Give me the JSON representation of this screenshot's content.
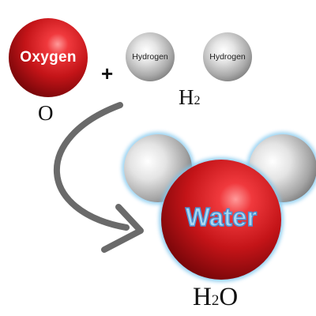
{
  "diagram": {
    "oxygen_label": "Oxygen",
    "plus_sign": "+",
    "hydrogen_label_1": "Hydrogen",
    "hydrogen_label_2": "Hydrogen",
    "oxygen_symbol": "O",
    "hydrogen_formula": {
      "base": "H",
      "sub": "2"
    },
    "water_label": "Water",
    "water_formula": {
      "base1": "H",
      "sub": "2",
      "base2": "O"
    }
  },
  "colors": {
    "oxygen_red": "#c41418",
    "hydrogen_gray": "#b9b9b9",
    "arrow_gray": "#6a6a6a",
    "water_text_fill": "#a9d8f2",
    "water_text_outline": "#4e8fd0",
    "hydrogen_glow": "#7fc7ef"
  }
}
